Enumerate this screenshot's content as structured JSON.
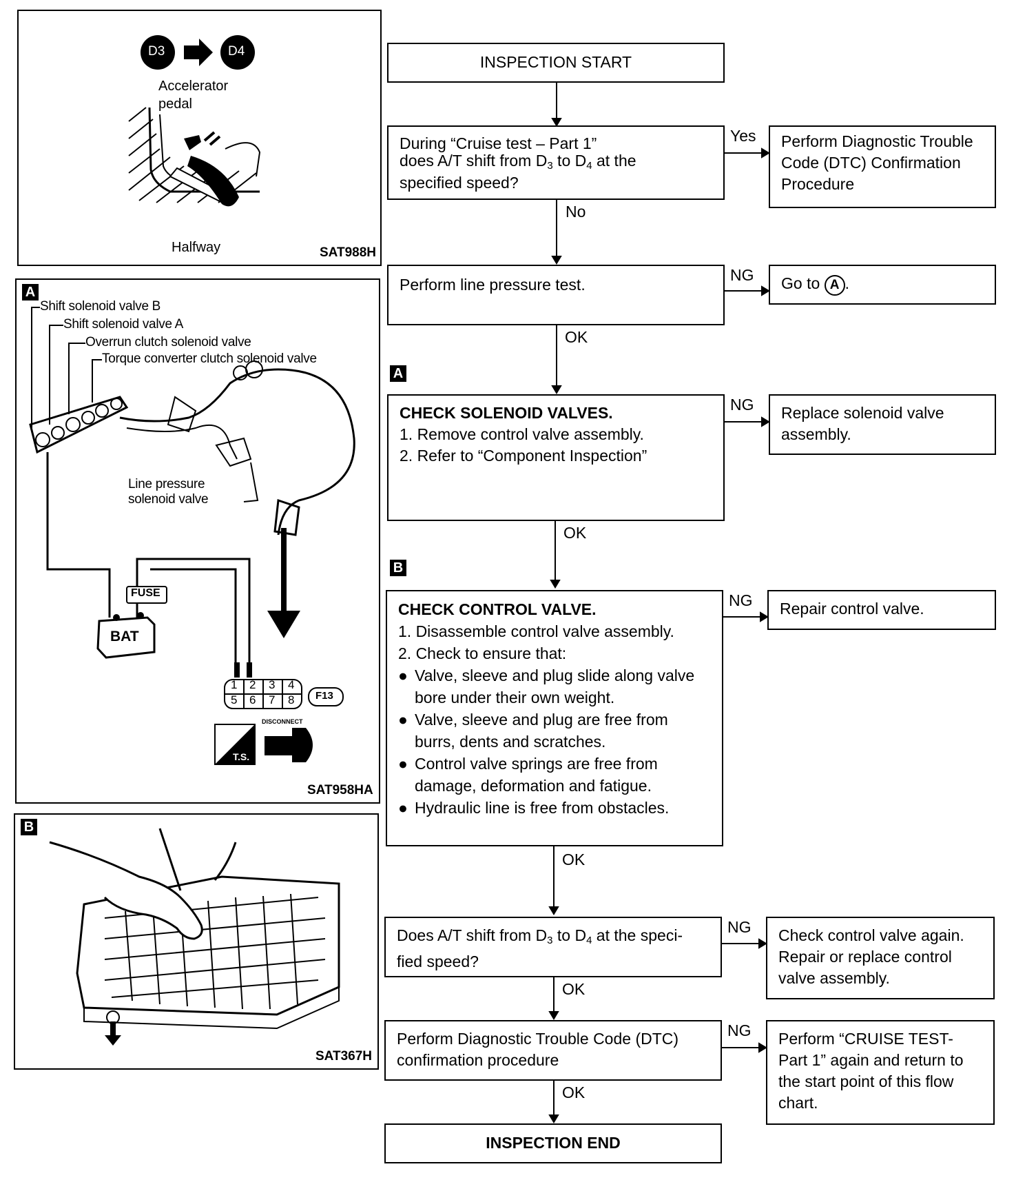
{
  "left_panels": {
    "pedal": {
      "gear_from": "D3",
      "gear_to": "D4",
      "label_line1": "Accelerator",
      "label_line2": "pedal",
      "caption": "Halfway",
      "code": "SAT988H"
    },
    "solenoid": {
      "tag": "A",
      "callouts": [
        "Shift solenoid valve B",
        "Shift solenoid valve A",
        "Overrun clutch solenoid valve",
        "Torque converter clutch solenoid valve"
      ],
      "line_pressure_line1": "Line pressure",
      "line_pressure_line2": "solenoid valve",
      "fuse": "FUSE",
      "battery": "BAT",
      "connector_pins": [
        "1",
        "2",
        "3",
        "4",
        "5",
        "6",
        "7",
        "8"
      ],
      "connector_id": "F13",
      "disconnect": "DISCONNECT",
      "ts": "T.S.",
      "code": "SAT958HA"
    },
    "control_valve": {
      "tag": "B",
      "code": "SAT367H"
    }
  },
  "flow": {
    "start": "INSPECTION START",
    "q1": {
      "line1": "During “Cruise test – Part 1”",
      "line2a": "does A/T shift from D",
      "sub1": "3",
      "line2b": " to D",
      "sub2": "4",
      "line2c": " at the",
      "line3": "specified speed?"
    },
    "q1_yes": "Yes",
    "q1_yes_box": "Perform Diagnostic Trouble Code (DTC) Confirmation Procedure",
    "q1_no": "No",
    "line_pressure": "Perform line pressure test.",
    "lp_ng": "NG",
    "lp_ng_box_prefix": "Go to",
    "lp_ng_box_circle": "A",
    "lp_ng_box_suffix": ".",
    "lp_ok": "OK",
    "tag_a": "A",
    "solenoid": {
      "title": "CHECK SOLENOID VALVES.",
      "steps": [
        "1. Remove control valve assembly.",
        "2. Refer to “Component Inspection”"
      ]
    },
    "sol_ng": "NG",
    "sol_ng_box": "Replace solenoid valve assembly.",
    "sol_ok": "OK",
    "tag_b": "B",
    "control": {
      "title": "CHECK CONTROL VALVE.",
      "steps": [
        "1. Disassemble control valve assembly.",
        "2. Check to ensure that:"
      ],
      "bullets": [
        "Valve, sleeve and plug slide along valve bore under their own weight.",
        "Valve, sleeve and plug are free from burrs, dents and scratches.",
        "Control valve springs are free from damage, deformation and fatigue.",
        "Hydraulic line is free from obstacles."
      ]
    },
    "cv_ng": "NG",
    "cv_ng_box": "Repair control valve.",
    "cv_ok": "OK",
    "q2": {
      "line1a": "Does A/T shift from D",
      "sub1": "3",
      "line1b": " to D",
      "sub2": "4",
      "line1c": " at the speci-",
      "line2": "fied speed?"
    },
    "q2_ng": "NG",
    "q2_ng_box": "Check control valve again. Repair or replace control valve assembly.",
    "q2_ok": "OK",
    "dtc": "Perform Diagnostic Trouble Code (DTC) confirmation procedure",
    "dtc_ng": "NG",
    "dtc_ng_box": "Perform “CRUISE TEST- Part 1” again and return to the start point of this flow chart.",
    "dtc_ok": "OK",
    "end": "INSPECTION END"
  }
}
